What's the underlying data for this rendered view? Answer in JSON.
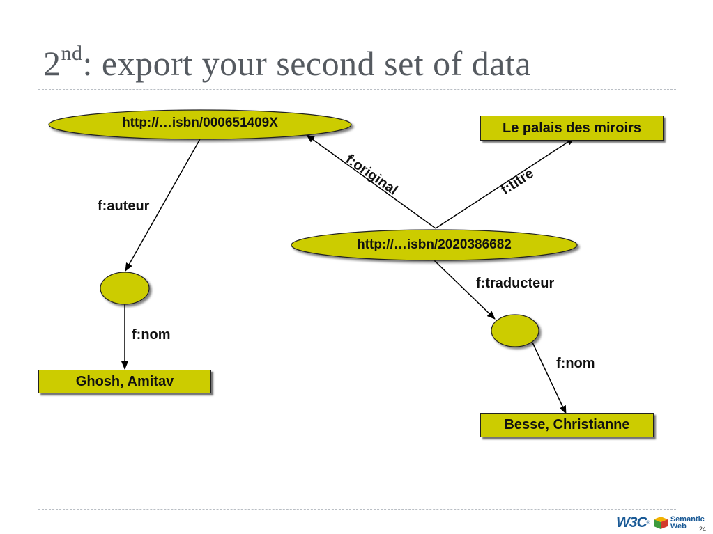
{
  "slide": {
    "title_main": "2",
    "title_sup": "nd",
    "title_rest": ": export your second set of data",
    "page_number": "24"
  },
  "graph": {
    "nodes": {
      "isbn_original": "http://…isbn/000651409X",
      "isbn_translation": "http://…isbn/2020386682",
      "title_literal": "Le palais des miroirs",
      "author_name": "Ghosh, Amitav",
      "translator_name": "Besse, Christianne"
    },
    "edges": {
      "auteur": "f:auteur",
      "nom_author": "f:nom",
      "original": "f:original",
      "titre": "f:titre",
      "traducteur": "f:traducteur",
      "nom_translator": "f:nom"
    }
  },
  "logo": {
    "w3c": "W3C",
    "registered": "®",
    "semantic": "Semantic",
    "web": "Web"
  },
  "colors": {
    "node_fill": "#cccc00",
    "title_color": "#555a60",
    "logo_blue": "#1a5a96"
  }
}
